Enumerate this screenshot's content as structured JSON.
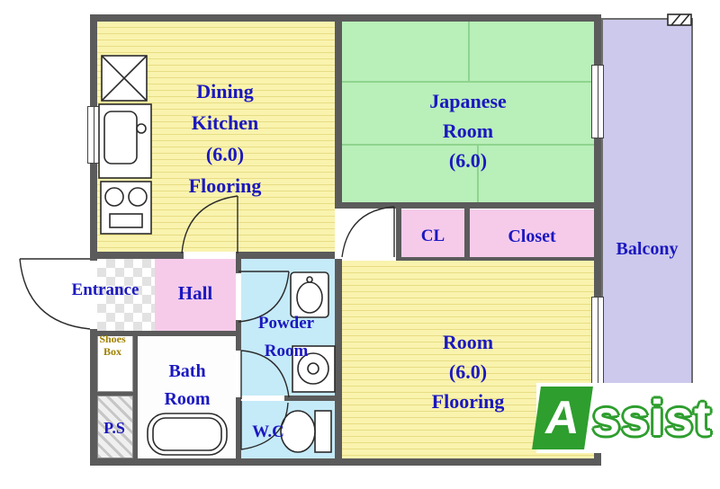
{
  "floorplan": {
    "rooms": {
      "dining_kitchen": {
        "line1": "Dining",
        "line2": "Kitchen",
        "line3": "(6.0)",
        "line4": "Flooring"
      },
      "japanese_room": {
        "line1": "Japanese",
        "line2": "Room",
        "line3": "(6.0)"
      },
      "cl": {
        "line1": "CL"
      },
      "closet": {
        "line1": "Closet"
      },
      "balcony": {
        "line1": "Balcony"
      },
      "entrance": {
        "line1": "Entrance"
      },
      "hall": {
        "line1": "Hall"
      },
      "powder_room": {
        "line1": "Powder",
        "line2": "Room"
      },
      "bath_room": {
        "line1": "Bath",
        "line2": "Room"
      },
      "wc": {
        "line1": "W.C"
      },
      "ps": {
        "line1": "P.S"
      },
      "shoes_box": {
        "line1": "Shoes",
        "line2": "Box"
      },
      "room": {
        "line1": "Room",
        "line2": "(6.0)",
        "line3": "Flooring"
      }
    },
    "fixtures": [
      "refrigerator-space",
      "kitchen-sink",
      "stove",
      "bathtub",
      "toilet",
      "vanity-sink",
      "washing-machine"
    ],
    "watermark": {
      "letter": "A",
      "text": "ssist",
      "color": "#2e9e2e"
    },
    "colors": {
      "wall": "#5b5b5b",
      "label_text": "#1b18c0",
      "flooring_yellow": "#f9f3ae",
      "tatami_green": "#b9efb9",
      "closet_pink": "#f6cbea",
      "water_blue": "#c5eaf8",
      "balcony_lavender": "#ccc9ec",
      "shoes_label": "#a08200"
    }
  }
}
